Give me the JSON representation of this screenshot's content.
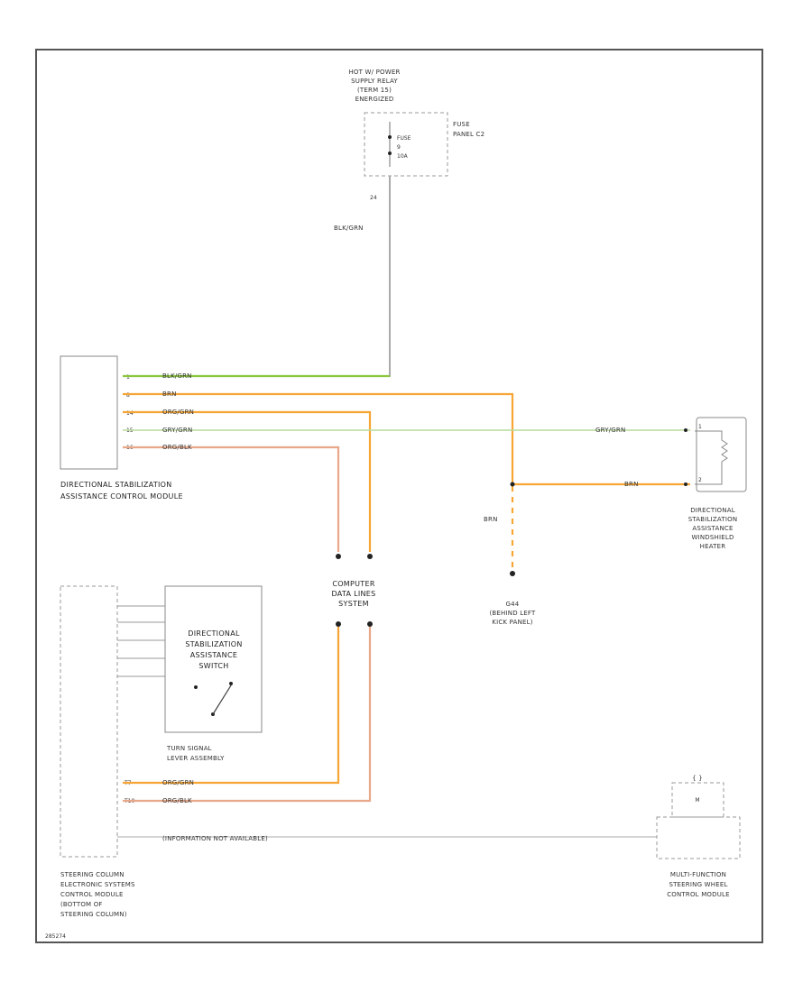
{
  "colors": {
    "frame": "#555555",
    "green": "#8cc63f",
    "light_green": "#b8dc9c",
    "orange": "#f7a535",
    "salmon": "#e9a88a",
    "gray_wire": "#aaaaaa",
    "text": "#333333"
  },
  "relay": {
    "title_lines": [
      "HOT W/ POWER",
      "SUPPLY RELAY",
      "(TERM 15)",
      "ENERGIZED"
    ],
    "fuse_label": [
      "FUSE",
      "9",
      "10A"
    ],
    "panel_label": [
      "FUSE",
      "PANEL C2"
    ],
    "pin": "24"
  },
  "wires": {
    "feed": "BLK/GRN",
    "m1": "BLK/GRN",
    "m2": "BRN",
    "m3": "ORG/GRN",
    "m4": "GRY/GRN",
    "m5": "ORG/BLK",
    "heater_top": "GRY/GRN",
    "heater_bottom": "BRN",
    "ground_drop": "BRN",
    "s1": "ORG/GRN",
    "s2": "ORG/BLK",
    "info": "(INFORMATION NOT AVAILABLE)"
  },
  "module_pins": [
    "1",
    "8",
    "14",
    "15",
    "16"
  ],
  "module_label": [
    "DIRECTIONAL STABILIZATION",
    "ASSISTANCE CONTROL MODULE"
  ],
  "heater": {
    "label": [
      "DIRECTIONAL",
      "STABILIZATION",
      "ASSISTANCE",
      "WINDSHIELD",
      "HEATER"
    ],
    "pins": [
      "1",
      "2"
    ]
  },
  "computer": {
    "label": [
      "COMPUTER",
      "DATA LINES",
      "SYSTEM"
    ]
  },
  "ground": {
    "label": [
      "G44",
      "(BEHIND LEFT",
      "KICK PANEL)"
    ]
  },
  "switch": {
    "label": [
      "DIRECTIONAL",
      "STABILIZATION",
      "ASSISTANCE",
      "SWITCH"
    ]
  },
  "turn_signal": {
    "label": [
      "TURN SIGNAL",
      "LEVER ASSEMBLY"
    ]
  },
  "steering": {
    "label": [
      "STEERING COLUMN",
      "ELECTRONIC SYSTEMS",
      "CONTROL MODULE",
      "(BOTTOM OF",
      "STEERING COLUMN)"
    ],
    "pins": [
      "T7",
      "T10"
    ]
  },
  "multifunction": {
    "label": [
      "MULTI-FUNCTION",
      "STEERING WHEEL",
      "CONTROL MODULE"
    ],
    "marker": "M"
  },
  "figure_id": "285274"
}
